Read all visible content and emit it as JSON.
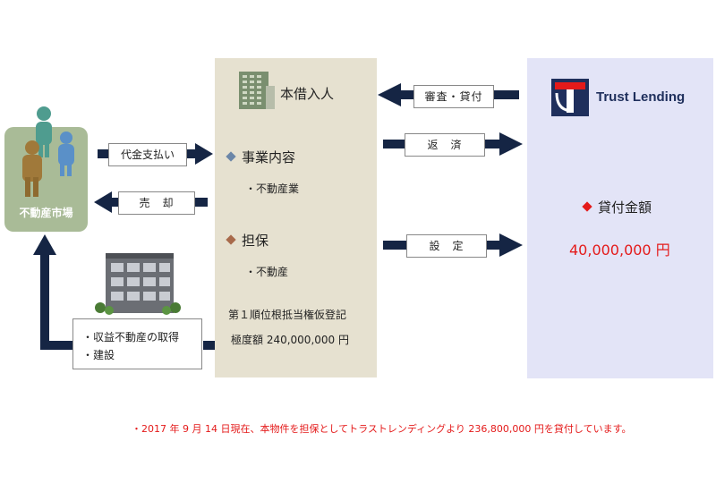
{
  "market": {
    "label": "不動産市場"
  },
  "borrower": {
    "title": "本借入人",
    "business_heading": "事業内容",
    "business_item": "・不動産業",
    "collateral_heading": "担保",
    "collateral_item": "・不動産",
    "registration_line1": "第１順位根抵当権仮登記",
    "registration_line2": "極度額 240,000,000 円"
  },
  "lender": {
    "logo_text": "Trust Lending",
    "loan_heading": "貸付金額",
    "loan_amount": "40,000,000 円"
  },
  "arrows": {
    "review_loan": "審査・貸付",
    "repayment": "返　済",
    "setting": "設　定",
    "payment": "代金支払い",
    "sale": "売　却"
  },
  "acquisition": {
    "line1": "・収益不動産の取得",
    "line2": "・建設"
  },
  "footnote": "・2017 年 9 月 14 日現在、本物件を担保としてトラストレンディングより 236,800,000 円を貸付しています。",
  "colors": {
    "arrow": "#152544",
    "market_box": "#a9bb97",
    "borrower_panel": "#e6e1d0",
    "lender_panel": "#e3e4f7",
    "accent_red": "#e41a1a",
    "diamond_blue": "#6b86a8",
    "diamond_brown": "#a86a4b"
  }
}
